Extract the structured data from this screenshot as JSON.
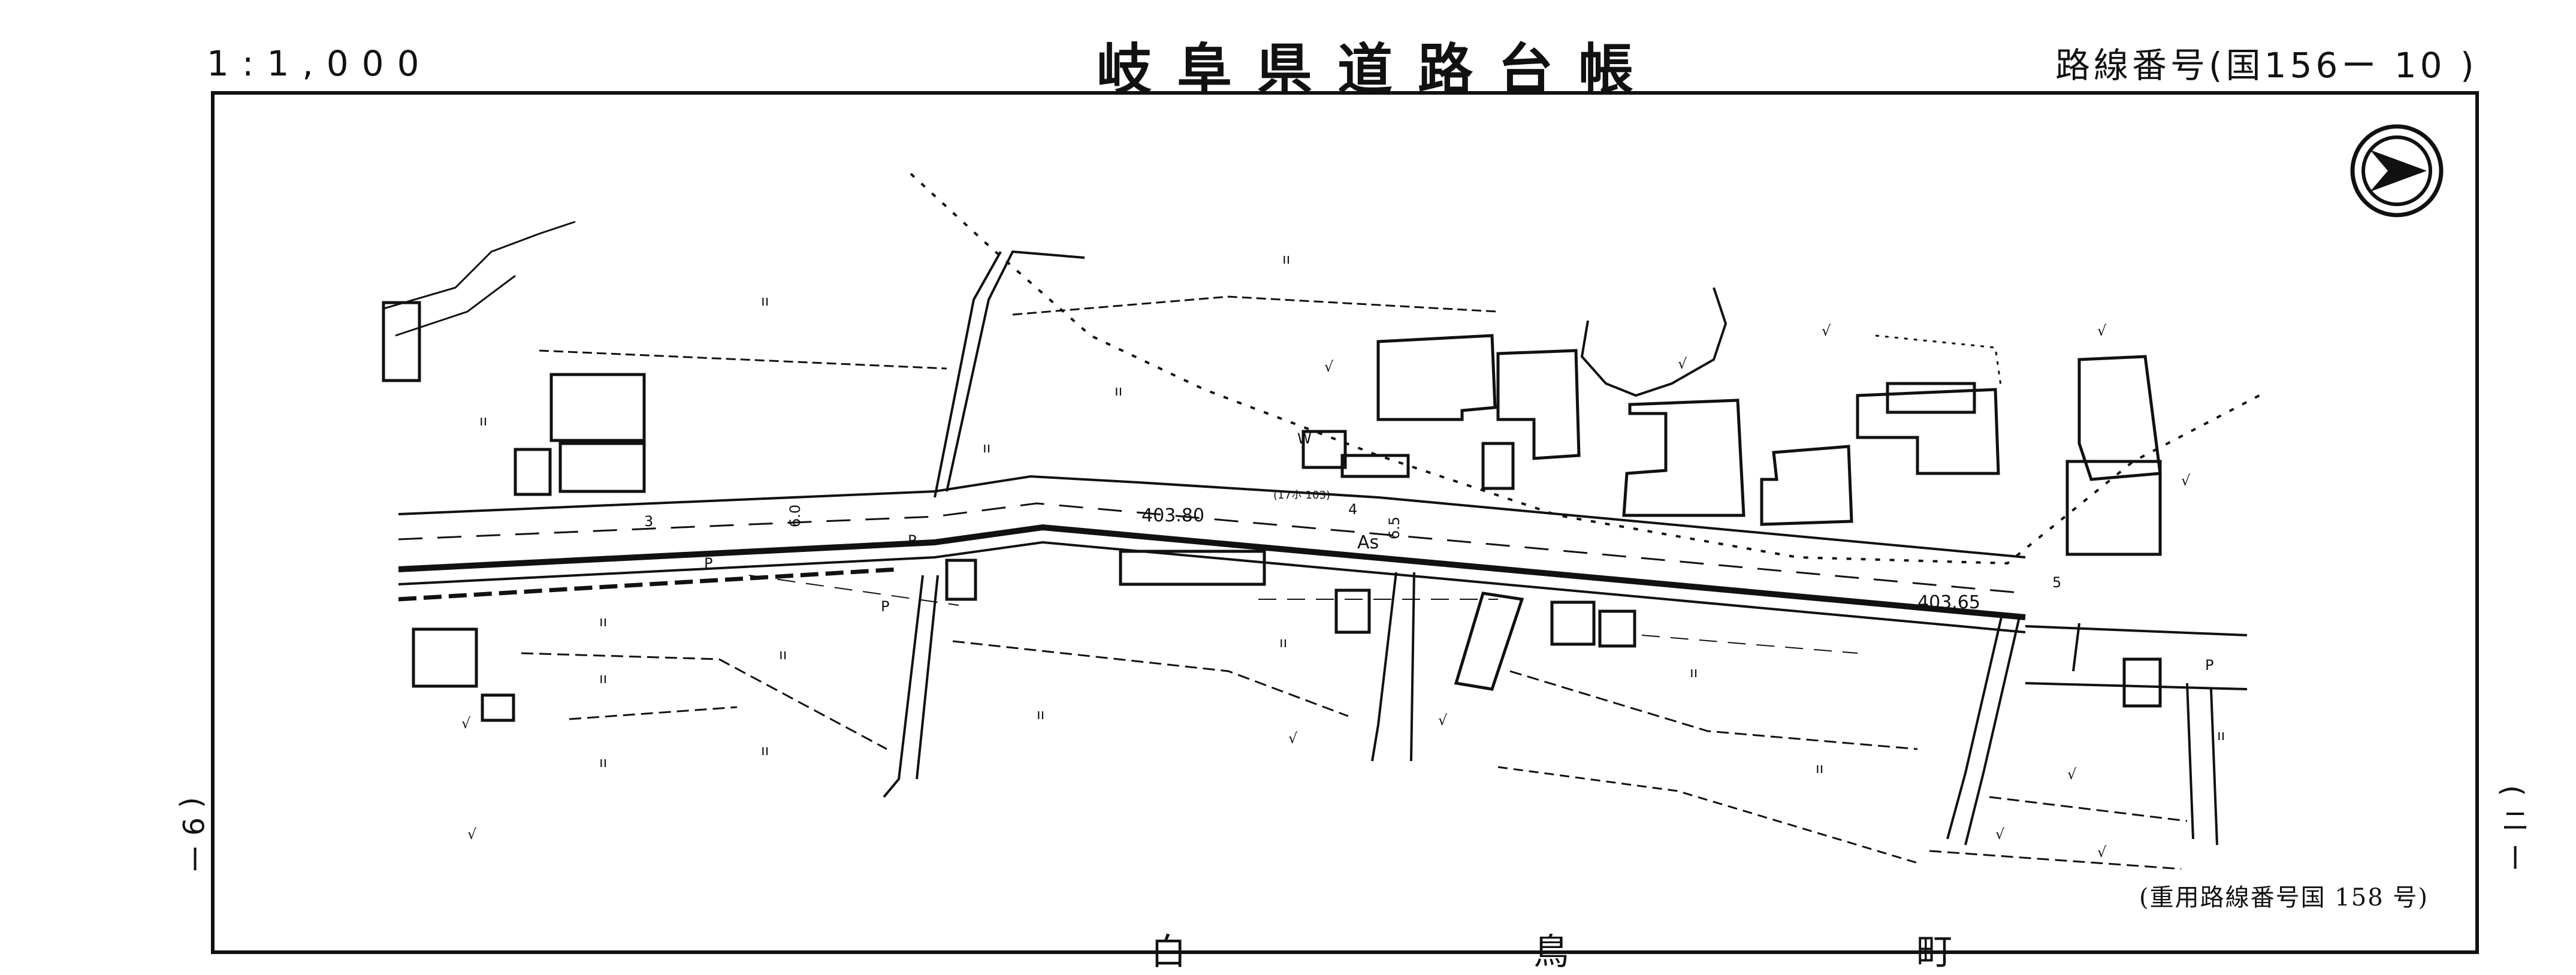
{
  "header": {
    "scale": "1:1,000",
    "title": "岐阜県道路台帳",
    "route_number": "路線番号(国156ー 10 )"
  },
  "side_marks": {
    "left": "( 9 ー",
    "right": "( ニ ー"
  },
  "map": {
    "elevations": [
      "403.80",
      "403.65"
    ],
    "road_labels": {
      "surface": "As",
      "parking_marks": [
        "P",
        "P",
        "P",
        "P"
      ],
      "benchmark": "(17ホ 103)",
      "widths": [
        "6.0",
        "6.5"
      ],
      "lane_numbers": [
        "3",
        "4",
        "5"
      ],
      "well": "W"
    },
    "north_arrow_icon": "north-arrow-icon"
  },
  "footer": {
    "dual_route": "(重用路線番号国 158 号)",
    "town_name": "白 鳥 町"
  }
}
